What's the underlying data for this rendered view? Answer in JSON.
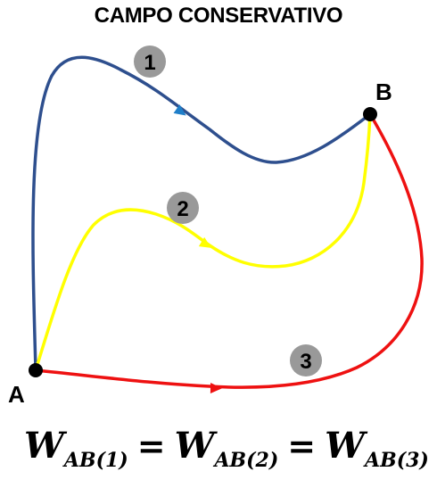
{
  "title": "CAMPO CONSERVATIVO",
  "points": {
    "a_label": "A",
    "b_label": "B"
  },
  "paths": [
    {
      "number": "1",
      "color": "#2e4f8e",
      "arrow_color": "#1f7fc9"
    },
    {
      "number": "2",
      "color": "#ffff00",
      "arrow_color": "#ffff00"
    },
    {
      "number": "3",
      "color": "#ee1111",
      "arrow_color": "#ee1111"
    }
  ],
  "badge_color": "#999999",
  "formula": {
    "w1": "W",
    "sub1": "AB(1)",
    "eq1": "=",
    "w2": "W",
    "sub2": "AB(2)",
    "eq2": "=",
    "w3": "W",
    "sub3": "AB(3)"
  }
}
